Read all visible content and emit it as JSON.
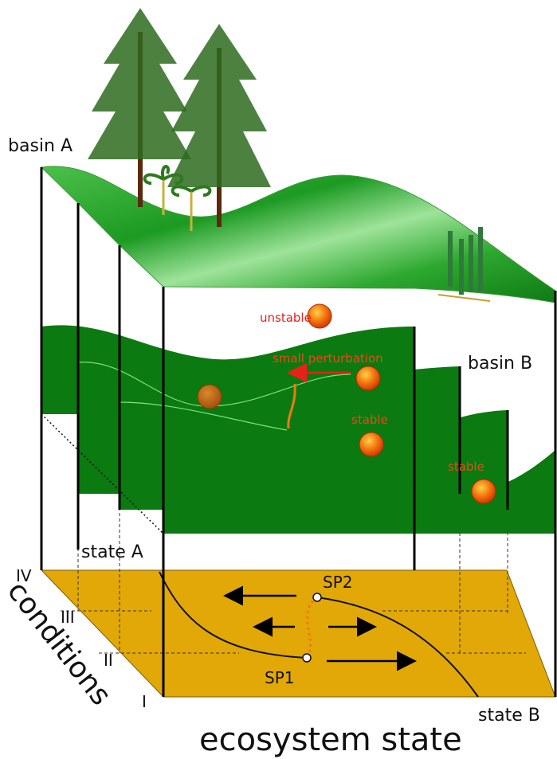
{
  "labels": {
    "basin_a": "basin A",
    "basin_b": "basin B",
    "unstable": "unstable",
    "small_perturbation": "small perturbation",
    "stable_1": "stable",
    "stable_2": "stable",
    "state_a": "state A",
    "state_b": "state B",
    "sp1": "SP1",
    "sp2": "SP2",
    "conditions": "conditions",
    "ecosystem_state": "ecosystem state"
  },
  "condition_levels": [
    "IV",
    "III",
    "II",
    "I"
  ],
  "colors": {
    "landscape_green": "#0b7a10",
    "landscape_light": "#8fd98a",
    "floor_gold": "#e1a807",
    "ball_orange": "#f07a10",
    "label_red": "#e8201a"
  },
  "icons": [
    "conifer-tree-icon",
    "cycad-plant-icon",
    "horsetail-plant-icon"
  ]
}
